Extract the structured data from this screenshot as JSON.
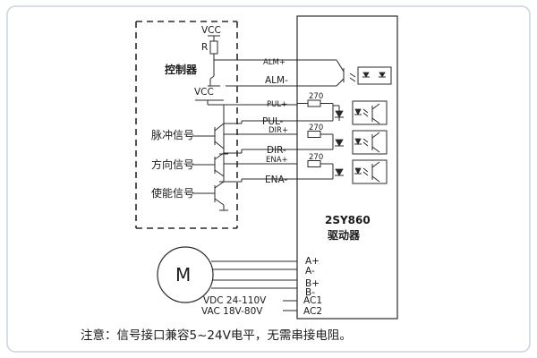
{
  "controller": {
    "title": "控制器",
    "vcc_top": "VCC",
    "resistor": "R",
    "vcc_mid": "VCC",
    "signals": [
      "脉冲信号",
      "方向信号",
      "使能信号"
    ]
  },
  "driver": {
    "model": "2SY860",
    "name": "驱动器",
    "pins": [
      "ALM+",
      "ALM-",
      "PUL+",
      "PUL-",
      "DIR+",
      "DIR-",
      "ENA+",
      "ENA-",
      "A+",
      "A-",
      "B+",
      "B-",
      "AC1",
      "AC2"
    ]
  },
  "resistor_values": [
    "270",
    "270",
    "270"
  ],
  "motor": {
    "label": "M"
  },
  "power": {
    "vdc": "VDC 24-110V",
    "vac": "VAC 18V-80V"
  },
  "note": "注意：信号接口兼容5~24V电平，无需串接电阻。"
}
